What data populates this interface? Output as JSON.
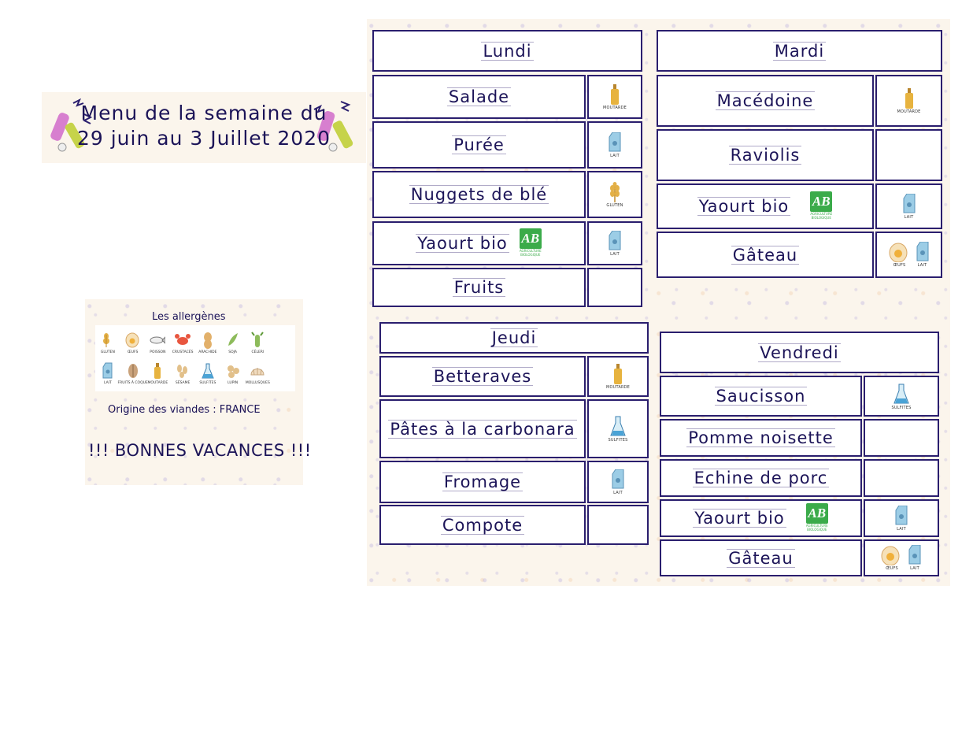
{
  "title": {
    "line1": "Menu de la semaine du",
    "line2": "29 juin au 3 Juillet 2020"
  },
  "legend": {
    "title": "Les allergènes",
    "items": [
      {
        "label": "GLUTEN",
        "icon": "wheat-icon"
      },
      {
        "label": "ŒUFS",
        "icon": "egg-icon"
      },
      {
        "label": "POISSON",
        "icon": "fish-icon"
      },
      {
        "label": "CRUSTACÉS",
        "icon": "crab-icon"
      },
      {
        "label": "ARACHIDE",
        "icon": "peanut-icon"
      },
      {
        "label": "SOJA",
        "icon": "soy-icon"
      },
      {
        "label": "CÉLERI",
        "icon": "celery-icon"
      },
      {
        "label": "",
        "icon": "blank"
      },
      {
        "label": "LAIT",
        "icon": "milk-icon"
      },
      {
        "label": "FRUITS À COQUE",
        "icon": "nut-icon"
      },
      {
        "label": "MOUTARDE",
        "icon": "mustard-icon"
      },
      {
        "label": "SÉSAME",
        "icon": "sesame-icon"
      },
      {
        "label": "SULFITES",
        "icon": "flask-icon"
      },
      {
        "label": "LUPIN",
        "icon": "lupin-icon"
      },
      {
        "label": "MOLLUSQUES",
        "icon": "shell-icon"
      }
    ],
    "origin": "Origine des viandes : FRANCE",
    "vacances": "!!! BONNES VACANCES !!!"
  },
  "allergen_labels": {
    "mustard": "MOUTARDE",
    "milk": "LAIT",
    "gluten": "GLUTEN",
    "sulfites": "SULFITES",
    "eggs": "ŒUFS"
  },
  "organic": {
    "mark": "AB",
    "text": "AGRICULTURE BIOLOGIQUE"
  },
  "days": {
    "lundi": {
      "name": "Lundi",
      "dishes": [
        "Salade",
        "Purée",
        "Nuggets de blé",
        "Yaourt bio",
        "Fruits"
      ]
    },
    "mardi": {
      "name": "Mardi",
      "dishes": [
        "Macédoine",
        "Raviolis",
        "Yaourt bio",
        "Gâteau"
      ]
    },
    "jeudi": {
      "name": "Jeudi",
      "dishes": [
        "Betteraves",
        "Pâtes à la carbonara",
        "Fromage",
        "Compote"
      ]
    },
    "vendredi": {
      "name": "Vendredi",
      "dishes": [
        "Saucisson",
        "Pomme noisette",
        "Echine de porc",
        "Yaourt bio",
        "Gâteau"
      ]
    }
  },
  "colors": {
    "border": "#2a1e6e",
    "text": "#1c1458",
    "panel": "#fbf5ec",
    "organic_green": "#3bab4a"
  }
}
